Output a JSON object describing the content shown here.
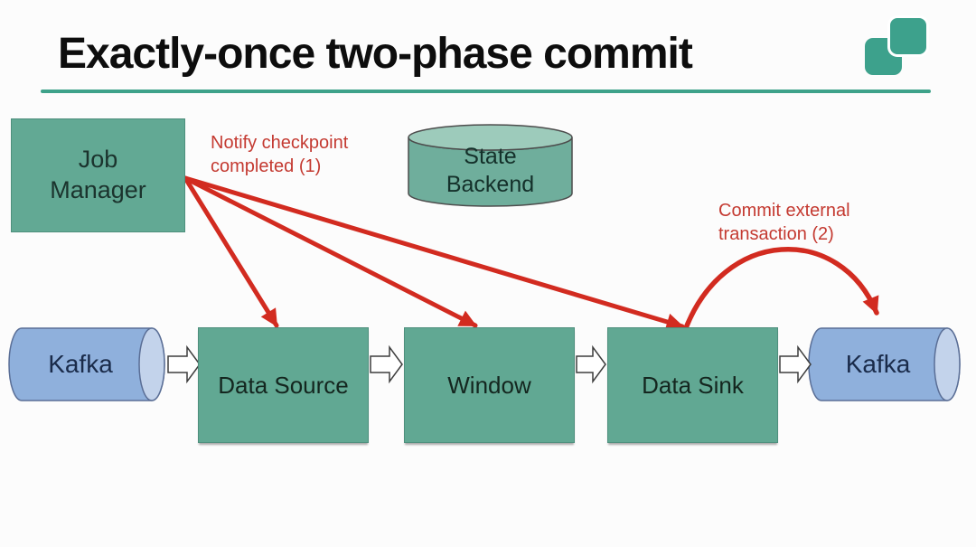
{
  "slide": {
    "title": "Exactly-once two-phase commit"
  },
  "colors": {
    "accent_teal": "#3EA28A",
    "logo_teal": "#3DA18C",
    "node_teal": "#61A893",
    "cylinder_teal_body": "#6FAE9C",
    "cylinder_teal_top": "#9DCBBB",
    "kafka_blue_body": "#8FB0DC",
    "kafka_blue_face": "#C3D3EB",
    "arrow_red": "#D22B20",
    "annotation_red": "#C43A31",
    "flow_arrow_fill": "#FFFFFF",
    "flow_arrow_outline": "#3D3D3D",
    "title_color": "#0D0D0D"
  },
  "nodes": {
    "job_manager": "Job\nManager",
    "state_backend": "State\nBackend",
    "kafka_source": "Kafka",
    "data_source": "Data Source",
    "window": "Window",
    "data_sink": "Data Sink",
    "kafka_sink": "Kafka"
  },
  "annotations": {
    "notify": "Notify checkpoint\ncompleted (1)",
    "commit": "Commit external\ntransaction (2)"
  }
}
